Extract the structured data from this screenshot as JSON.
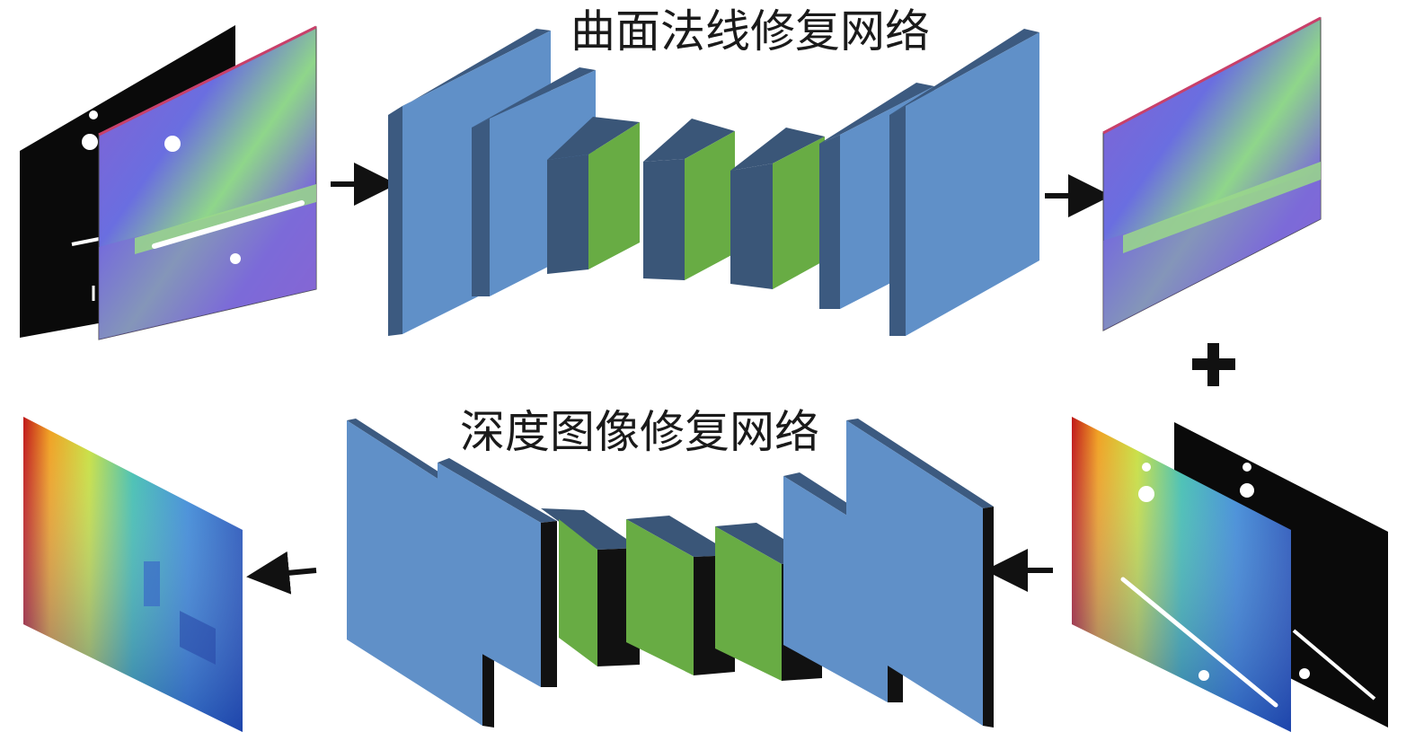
{
  "top_network": {
    "title": "曲面法线修复网络",
    "inputs": [
      "mask",
      "surface-normal-map-damaged"
    ],
    "output": "surface-normal-map-repaired"
  },
  "bottom_network": {
    "title": "深度图像修复网络",
    "inputs": [
      "depth-map-damaged",
      "mask"
    ],
    "output": "depth-map-repaired"
  },
  "combine_symbol": "+",
  "colors": {
    "layer_front": "#6090c8",
    "layer_side": "#3c5a80",
    "bottleneck_front": "#68ac44",
    "bottleneck_dark": "#3a5678",
    "edge_dark": "#111111",
    "arrow": "#111111",
    "mask_bg": "#0a0a0a"
  }
}
